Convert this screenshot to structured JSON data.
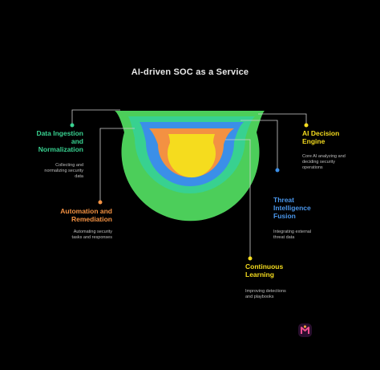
{
  "title": "AI-driven SOC as a Service",
  "colors": {
    "background": "#000000",
    "green": "#4cce5a",
    "teal": "#38d190",
    "blue": "#3b8fe8",
    "orange": "#f39142",
    "yellow": "#f5dc1e"
  },
  "items": [
    {
      "label_line1": "Data Ingestion",
      "label_line2": "and",
      "label_line3": "Normalization",
      "desc_line1": "Collecting and",
      "desc_line2": "normalizing security",
      "desc_line3": "data",
      "color": "#38d190"
    },
    {
      "label_line1": "Automation and",
      "label_line2": "Remediation",
      "desc_line1": "Automating security",
      "desc_line2": "tasks and responses",
      "color": "#f39142"
    },
    {
      "label_line1": "AI Decision",
      "label_line2": "Engine",
      "desc_line1": "Core AI analyzing and",
      "desc_line2": "deciding security",
      "desc_line3": "operations",
      "color": "#f5dc1e"
    },
    {
      "label_line1": "Threat",
      "label_line2": "Intelligence",
      "label_line3": "Fusion",
      "desc_line1": "Integrating external",
      "desc_line2": "threat data",
      "color": "#3b8fe8"
    },
    {
      "label_line1": "Continuous",
      "label_line2": "Learning",
      "desc_line1": "Improving detections",
      "desc_line2": "and playbooks",
      "color": "#f5dc1e"
    }
  ],
  "logo_icon": "napkin-logo-icon"
}
